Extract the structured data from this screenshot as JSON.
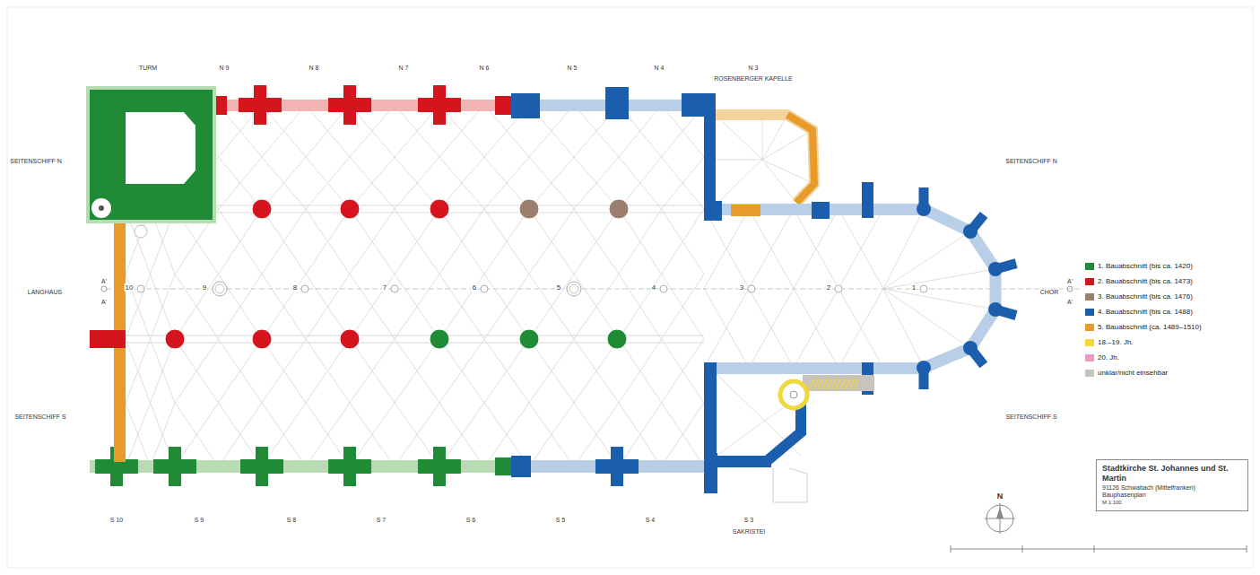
{
  "diagram": {
    "nodes": [
      {
        "text": [
          "Stadtkirche St. Johannes und St. Martin",
          "91126 Schwabach (Mittelfranken)",
          "Bauphasenplan",
          "M 1:100"
        ]
      }
    ],
    "labels": [
      "TURM",
      "N 9",
      "N 8",
      "N 7",
      "N 6",
      "N 5",
      "N 4",
      "N 3",
      "ROSENBERGER KAPELLE",
      "SEITENSCHIFF N",
      "LANGHAUS",
      "SEITENSCHIFF S",
      "SEITENSCHIFF N",
      "CHOR",
      "SEITENSCHIFF S",
      "10",
      "9",
      "8",
      "7",
      "6",
      "5",
      "4",
      "3",
      "2",
      "1",
      "S 10",
      "S 9",
      "S 8",
      "S 7",
      "S 6",
      "S 5",
      "S 4",
      "S 3",
      "SAKRISTEI",
      "A'",
      "A'",
      "A'",
      "A'",
      "N"
    ],
    "legend": [
      {
        "text": "1. Bauabschnitt (bis ca. 1420)",
        "color": "#1f8b36"
      },
      {
        "text": "2. Bauabschnitt (bis ca. 1473)",
        "color": "#d5151d"
      },
      {
        "text": "3. Bauabschnitt (bis ca. 1476)",
        "color": "#9c7e6f"
      },
      {
        "text": "4. Bauabschnitt (bis ca. 1488)",
        "color": "#1b5ead"
      },
      {
        "text": "5. Bauabschnitt (ca. 1489–1510)",
        "color": "#e89b2b"
      },
      {
        "text": "18.–19. Jh.",
        "color": "#f0d73a"
      },
      {
        "text": "20. Jh.",
        "color": "#e89ac0"
      },
      {
        "text": "unklar/nicht einsehbar",
        "color": "#c9c3bd"
      }
    ]
  }
}
